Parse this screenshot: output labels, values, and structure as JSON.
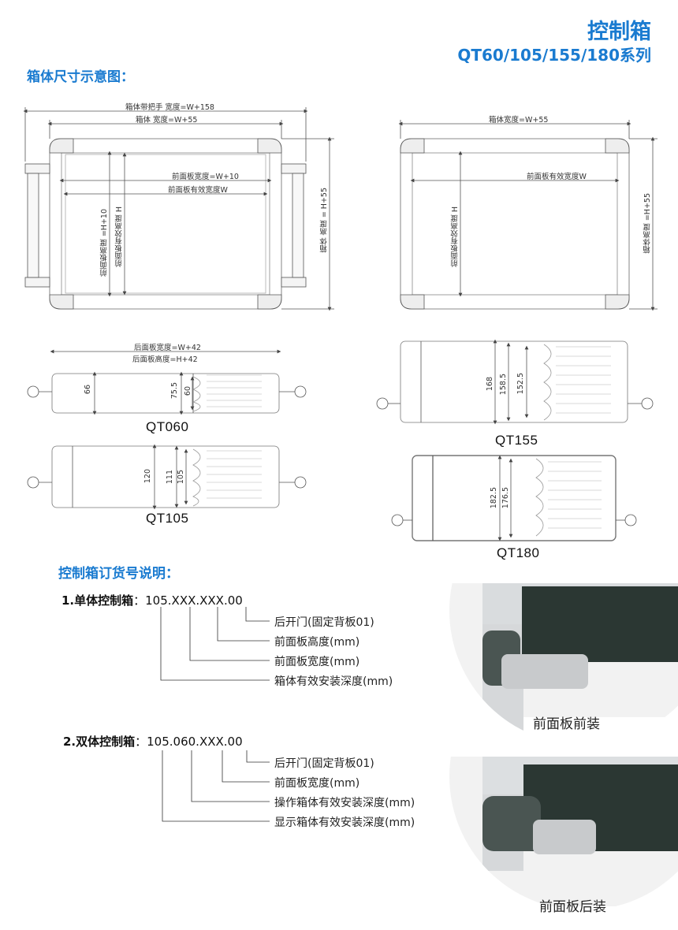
{
  "header": {
    "title": "控制箱",
    "subtitle": "QT60/105/155/180系列"
  },
  "section_dimensions": {
    "heading": "箱体尺寸示意图："
  },
  "front_view_handle": {
    "total_width_with_handle": "箱体带把手 宽度=W+158",
    "box_width": "箱体 宽度=W+55",
    "front_panel_width": "前面板宽度=W+10",
    "front_panel_effective_width": "前面板有效宽度W",
    "front_panel_height": "前面板高度 =H+10",
    "front_panel_effective_height": "前面板有效高度  H",
    "box_height": "箱体  高度 = H+55"
  },
  "front_view_plain": {
    "box_width": "箱体宽度=W+55",
    "front_panel_effective_width": "前面板有效宽度W",
    "front_panel_effective_height": "前面板有效高度  H",
    "box_height": "箱体高度 =H+55"
  },
  "profiles": {
    "qt060": {
      "name": "QT060",
      "back_width": "后面板宽度=W+42",
      "back_height": "后面板高度=H+42",
      "d1": "66",
      "d2": "75.5",
      "d3": "60"
    },
    "qt105": {
      "name": "QT105",
      "d1": "120",
      "d2": "111",
      "d3": "105"
    },
    "qt155": {
      "name": "QT155",
      "d1": "168",
      "d2": "158.5",
      "d3": "152.5"
    },
    "qt180": {
      "name": "QT180",
      "d1": "182.5",
      "d2": "176.5"
    }
  },
  "ordering": {
    "heading": "控制箱订货号说明：",
    "single": {
      "label": "1.单体控制箱",
      "code": "：105.XXX.XXX.00",
      "legend": [
        "后开门(固定背板01)",
        "前面板高度(mm)",
        "前面板宽度(mm)",
        "箱体有效安装深度(mm)"
      ]
    },
    "double": {
      "label": "2.双体控制箱",
      "code": "：105.060.XXX.00",
      "legend": [
        "后开门(固定背板01)",
        "前面板宽度(mm)",
        "操作箱体有效安装深度(mm)",
        "显示箱体有效安装深度(mm)"
      ]
    }
  },
  "photos": {
    "front_mount": "前面板前装",
    "rear_mount": "前面板后装"
  },
  "colors": {
    "accent": "#1a7bd0",
    "panel_dark": "#2e3a36",
    "frame": "#cfd2d4"
  }
}
